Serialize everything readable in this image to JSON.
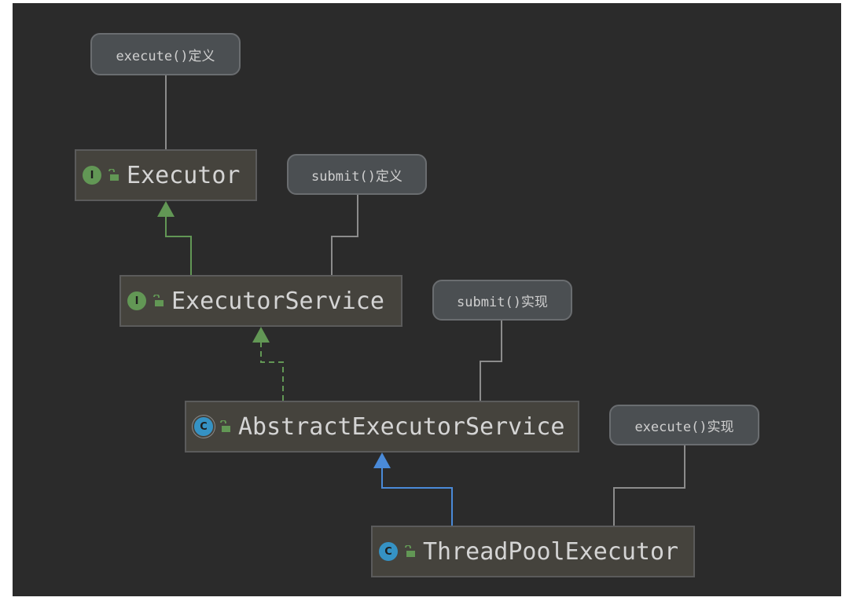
{
  "notes": {
    "executor_def": "execute()定义",
    "submit_def": "submit()定义",
    "submit_impl": "submit()实现",
    "execute_impl": "execute()实现"
  },
  "nodes": {
    "executor": {
      "kind_letter": "I",
      "kind": "interface",
      "name": "Executor"
    },
    "executor_service": {
      "kind_letter": "I",
      "kind": "interface",
      "name": "ExecutorService"
    },
    "abstract_executor_service": {
      "kind_letter": "C",
      "kind": "abstract class",
      "name": "AbstractExecutorService"
    },
    "thread_pool_executor": {
      "kind_letter": "C",
      "kind": "class",
      "name": "ThreadPoolExecutor"
    }
  },
  "edges": [
    {
      "from": "ExecutorService",
      "to": "Executor",
      "type": "extends",
      "color": "#629755"
    },
    {
      "from": "AbstractExecutorService",
      "to": "ExecutorService",
      "type": "implements",
      "color": "#629755"
    },
    {
      "from": "ThreadPoolExecutor",
      "to": "AbstractExecutorService",
      "type": "extends",
      "color": "#4a8ad8"
    }
  ],
  "colors": {
    "background": "#2b2b2b",
    "node_fill": "#45433d",
    "note_fill": "#4b4f52",
    "connector": "#8c8c8c",
    "interface_badge": "#629755",
    "class_badge": "#3592c4"
  }
}
